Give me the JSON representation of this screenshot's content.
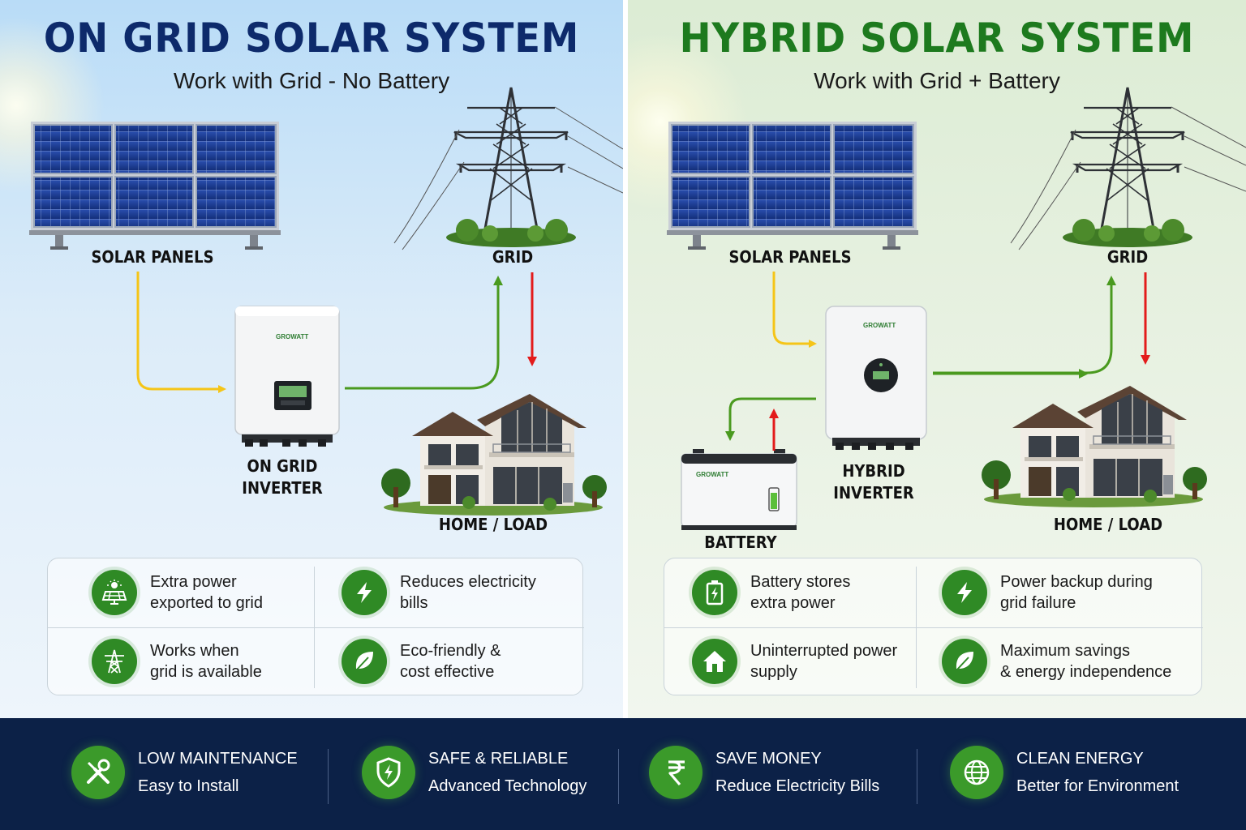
{
  "left": {
    "title": "ON GRID SOLAR SYSTEM",
    "subtitle": "Work with Grid - No Battery",
    "labels": {
      "solar_panels": "SOLAR PANELS",
      "grid": "GRID",
      "inverter_line1": "ON GRID",
      "inverter_line2": "INVERTER",
      "home": "HOME / LOAD"
    },
    "brand": "GROWATT",
    "features": [
      {
        "icon": "solar-panel-icon",
        "line1": "Extra power",
        "line2": "exported to grid"
      },
      {
        "icon": "lightning-icon",
        "line1": "Reduces electricity",
        "line2": "bills"
      },
      {
        "icon": "power-tower-icon",
        "line1": "Works when",
        "line2": "grid is available"
      },
      {
        "icon": "leaf-icon",
        "line1": "Eco-friendly &",
        "line2": "cost effective"
      }
    ]
  },
  "right": {
    "title": "HYBRID SOLAR SYSTEM",
    "subtitle": "Work with Grid + Battery",
    "labels": {
      "solar_panels": "SOLAR PANELS",
      "grid": "GRID",
      "inverter_line1": "HYBRID",
      "inverter_line2": "INVERTER",
      "battery": "BATTERY",
      "home": "HOME / LOAD"
    },
    "brand": "GROWATT",
    "features": [
      {
        "icon": "battery-icon",
        "line1": "Battery stores",
        "line2": "extra power"
      },
      {
        "icon": "lightning-icon",
        "line1": "Power backup during",
        "line2": "grid failure"
      },
      {
        "icon": "home-icon",
        "line1": "Uninterrupted power",
        "line2": "supply"
      },
      {
        "icon": "leaf-icon",
        "line1": "Maximum savings",
        "line2": "& energy independence"
      }
    ]
  },
  "footer": [
    {
      "icon": "tools-icon",
      "title": "LOW MAINTENANCE",
      "sub": "Easy to Install"
    },
    {
      "icon": "shield-icon",
      "title": "SAFE & RELIABLE",
      "sub": "Advanced Technology"
    },
    {
      "icon": "rupee-icon",
      "title": "SAVE MONEY",
      "sub": "Reduce Electricity Bills"
    },
    {
      "icon": "globe-icon",
      "title": "CLEAN ENERGY",
      "sub": "Better for Environment"
    }
  ],
  "colors": {
    "solar_flow": "#f5c518",
    "export_flow": "#4a9a1f",
    "import_flow": "#e31b1b",
    "left_title": "#0d2a6b",
    "right_title": "#1d7a1e",
    "icon_green": "#2f8a25",
    "footer_bg": "#0c2147"
  }
}
